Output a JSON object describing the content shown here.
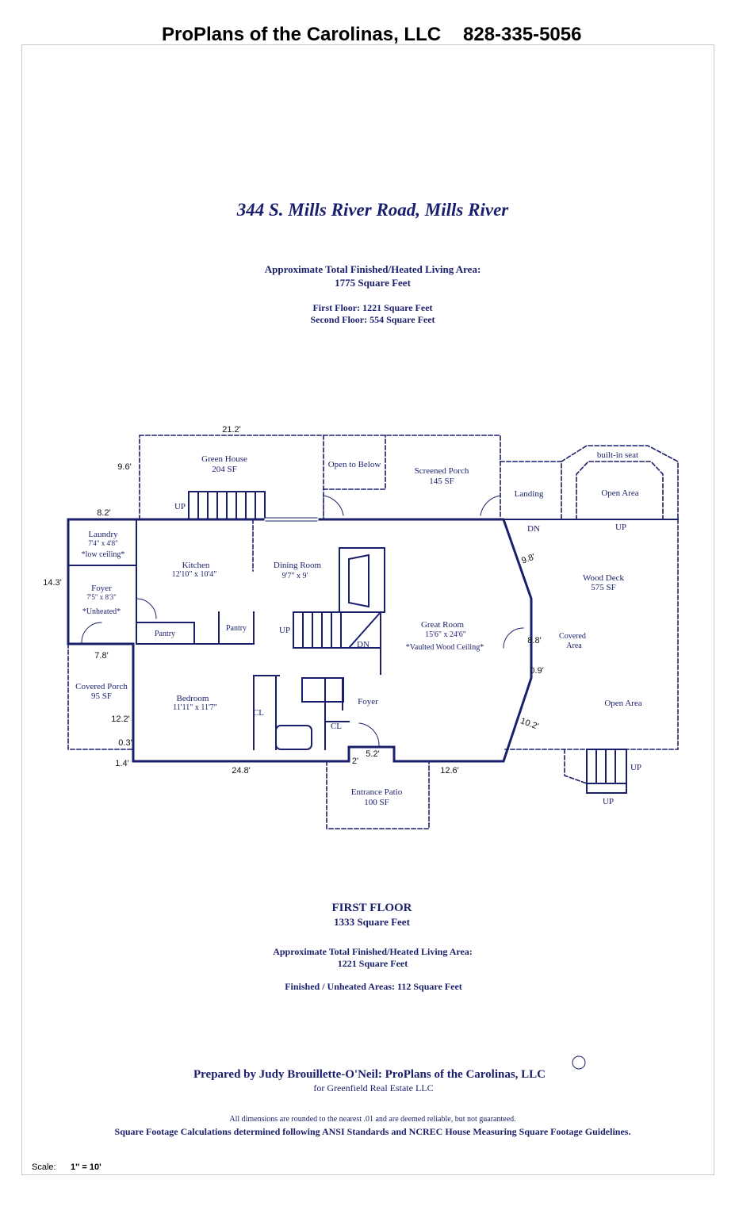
{
  "header": {
    "company": "ProPlans of the Carolinas, LLC",
    "phone": "828-335-5056"
  },
  "address": "344 S. Mills River Road, Mills River",
  "summary": {
    "total_label": "Approximate Total Finished/Heated Living Area:",
    "total_value": "1775 Square Feet",
    "first_floor": "First Floor:  1221 Square Feet",
    "second_floor": "Second Floor:  554 Square Feet"
  },
  "rooms": {
    "green_house": {
      "name": "Green House",
      "size": "204 SF"
    },
    "open_below": "Open to Below",
    "screened_porch": {
      "name": "Screened Porch",
      "size": "145 SF"
    },
    "landing": "Landing",
    "builtin_seat": "built-in seat",
    "open_area_top": "Open Area",
    "laundry": {
      "name": "Laundry",
      "size": "7'4\" x 4'8\"",
      "note": "*low ceiling*"
    },
    "foyer_left": {
      "name": "Foyer",
      "size": "7'5\" x 8'3\"",
      "note": "*Unheated*"
    },
    "kitchen": {
      "name": "Kitchen",
      "size": "12'10\" x 10'4\""
    },
    "dining": {
      "name": "Dining Room",
      "size": "9'7\" x 9'"
    },
    "great_room": {
      "name": "Great Room",
      "size": "15'6\" x 24'6\"",
      "note": "*Vaulted Wood Ceiling*"
    },
    "wood_deck": {
      "name": "Wood Deck",
      "size": "575 SF"
    },
    "covered_area": {
      "line1": "Covered",
      "line2": "Area"
    },
    "open_area_right": "Open Area",
    "pantry1": "Pantry",
    "pantry2": "Pantry",
    "covered_porch": {
      "name": "Covered Porch",
      "size": "95 SF"
    },
    "bedroom": {
      "name": "Bedroom",
      "size": "11'11\" x 11'7\""
    },
    "cl1": "CL",
    "cl2": "CL",
    "foyer_center": "Foyer",
    "entrance_patio": {
      "name": "Entrance Patio",
      "size": "100 SF"
    }
  },
  "stairs": {
    "up_gh": "UP",
    "dn_deck": "DN",
    "up_deck": "UP",
    "up_center": "UP",
    "dn_center": "DN",
    "up_bottom1": "UP",
    "up_bottom2": "UP"
  },
  "dimensions": {
    "d21_2": "21.2'",
    "d9_6": "9.6'",
    "d8_2": "8.2'",
    "d14_3": "14.3'",
    "d7_8": "7.8'",
    "d12_2": "12.2'",
    "d0_3": "0.3'",
    "d1_4": "1.4'",
    "d24_8": "24.8'",
    "d2": "2'",
    "d5_2": "5.2'",
    "d12_6": "12.6'",
    "d9_8": "9.8'",
    "d8_8": "8.8'",
    "d0_9": "0.9'",
    "d10_2": "10.2'"
  },
  "floor": {
    "title": "FIRST FLOOR",
    "sqft": "1333 Square Feet",
    "total_label": "Approximate Total Finished/Heated Living Area:",
    "total_value": "1221 Square Feet",
    "unheated": "Finished / Unheated Areas:  112 Square Feet"
  },
  "footer": {
    "prepared": "Prepared by Judy Brouillette-O'Neil: ProPlans of the Carolinas, LLC",
    "for": "for Greenfield Real Estate LLC",
    "disclaimer": "All dimensions are rounded to the nearest .01 and are deemed reliable, but not guaranteed.",
    "standards": "Square Footage Calculations determined following ANSI Standards and NCREC House Measuring Square Footage Guidelines.",
    "scale_label": "Scale:",
    "scale_value": "1'' = 10'"
  },
  "colors": {
    "ink": "#1a1f6b",
    "frame": "#c9c9c9"
  }
}
